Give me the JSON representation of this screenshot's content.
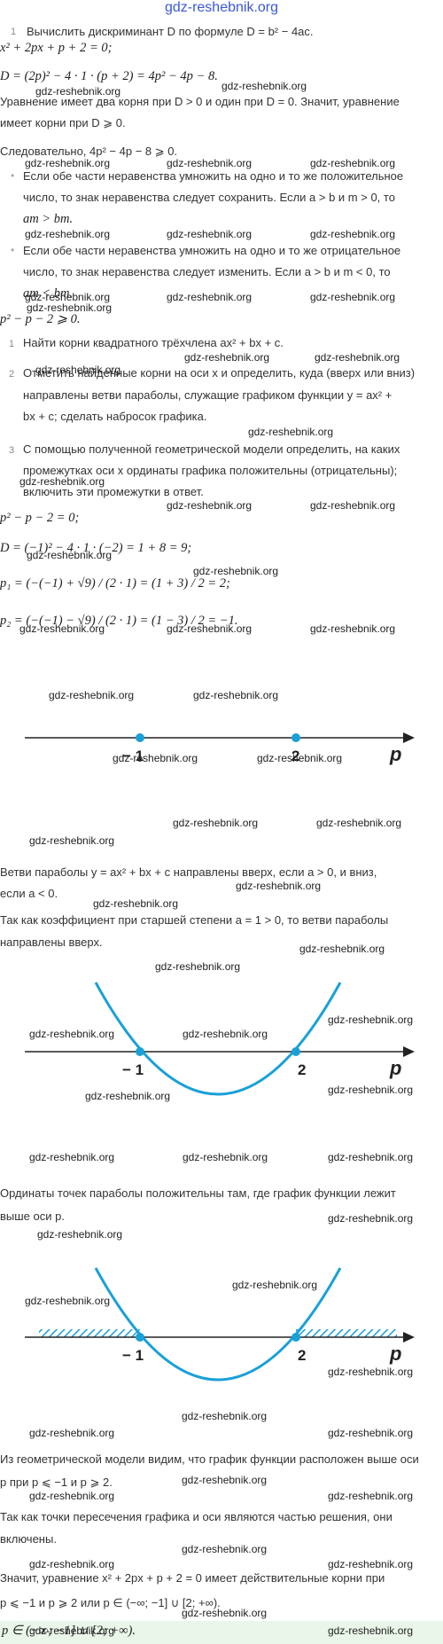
{
  "header": {
    "site": "gdz-reshebnik.org"
  },
  "watermark": "gdz-reshebnik.org",
  "lines": {
    "l1_num": "1",
    "l1": "Вычислить дискриминант D по формуле D = b² − 4ac.",
    "l2": "x² + 2px + p + 2 = 0;",
    "l3": "D = (2p)² − 4 · 1 · (p + 2) = 4p² − 4p − 8.",
    "l4": "Уравнение имеет два корня при D > 0 и один при D = 0. Значит, уравнение",
    "l5": "имеет корни при D ⩾ 0.",
    "l6": "Следовательно, 4p² − 4p − 8 ⩾ 0.",
    "l7": "Если обе части неравенства умножить на одно и то же положительное",
    "l8": "число, то знак неравенства следует сохранить. Если a > b и m > 0, то",
    "l9": "am > bm.",
    "l10": "Если обе части неравенства умножить на одно и то же отрицательное",
    "l11": "число, то знак неравенства следует изменить. Если a > b и m < 0, то",
    "l12": "am < bm.",
    "l13": "p² − p − 2 ⩾ 0.",
    "s1_num": "1",
    "s1": "Найти корни квадратного трёхчлена ax² + bx + c.",
    "s2_num": "2",
    "s2a": "Отметить найденные корни на оси x и определить, куда (вверх или вниз)",
    "s2b": "направлены ветви параболы, служащие графиком функции y = ax² +",
    "s2c": "bx + c; сделать набросок графика.",
    "s3_num": "3",
    "s3a": "С помощью полученной геометрической модели определить, на каких",
    "s3b": "промежутках оси x ординаты графика положительны (отрицательны);",
    "s3c": "включить эти промежутки в ответ.",
    "e1": "p² − p − 2 = 0;",
    "e2": "D = (−1)² − 4 · 1 · (−2) = 1 + 8 = 9;",
    "e3": "p₁ = (−(−1) + √9) / (2 · 1) = (1 + 3) / 2 = 2;",
    "e4": "p₂ = (−(−1) − √9) / (2 · 1) = (1 − 3) / 2 = −1.",
    "b1": "Ветви параболы y = ax² + bx + c направлены вверх, если a > 0, и вниз,",
    "b2": "если a < 0.",
    "b3": "Так как коэффициент при старшей степени a = 1 > 0, то ветви параболы",
    "b4": "направлены вверх.",
    "c1": "Ординаты точек параболы положительны там, где график функции лежит",
    "c2": "выше оси p.",
    "d1": "Из геометрической модели видим, что график функции расположен выше оси",
    "d2": "p при p ⩽ −1 и p ⩾ 2.",
    "d3": "Так как точки пересечения графика и оси являются частью решения, они",
    "d4": "включены.",
    "d5": "Значит, уравнение x² + 2px + p + 2 = 0 имеет действительные корни при",
    "d6": "p ⩽ −1 и p ⩾ 2 или p ∈ (−∞; −1] ∪ [2; +∞).",
    "answer": "p ∈ (−∞; −1] ∪ [2; +∞)."
  },
  "figures": {
    "axis_label": "p",
    "root1": "− 1",
    "root2": "2"
  },
  "colors": {
    "accent": "#1aa0d8",
    "header": "#3a57d8",
    "answer_bg": "#eaf6ea"
  }
}
